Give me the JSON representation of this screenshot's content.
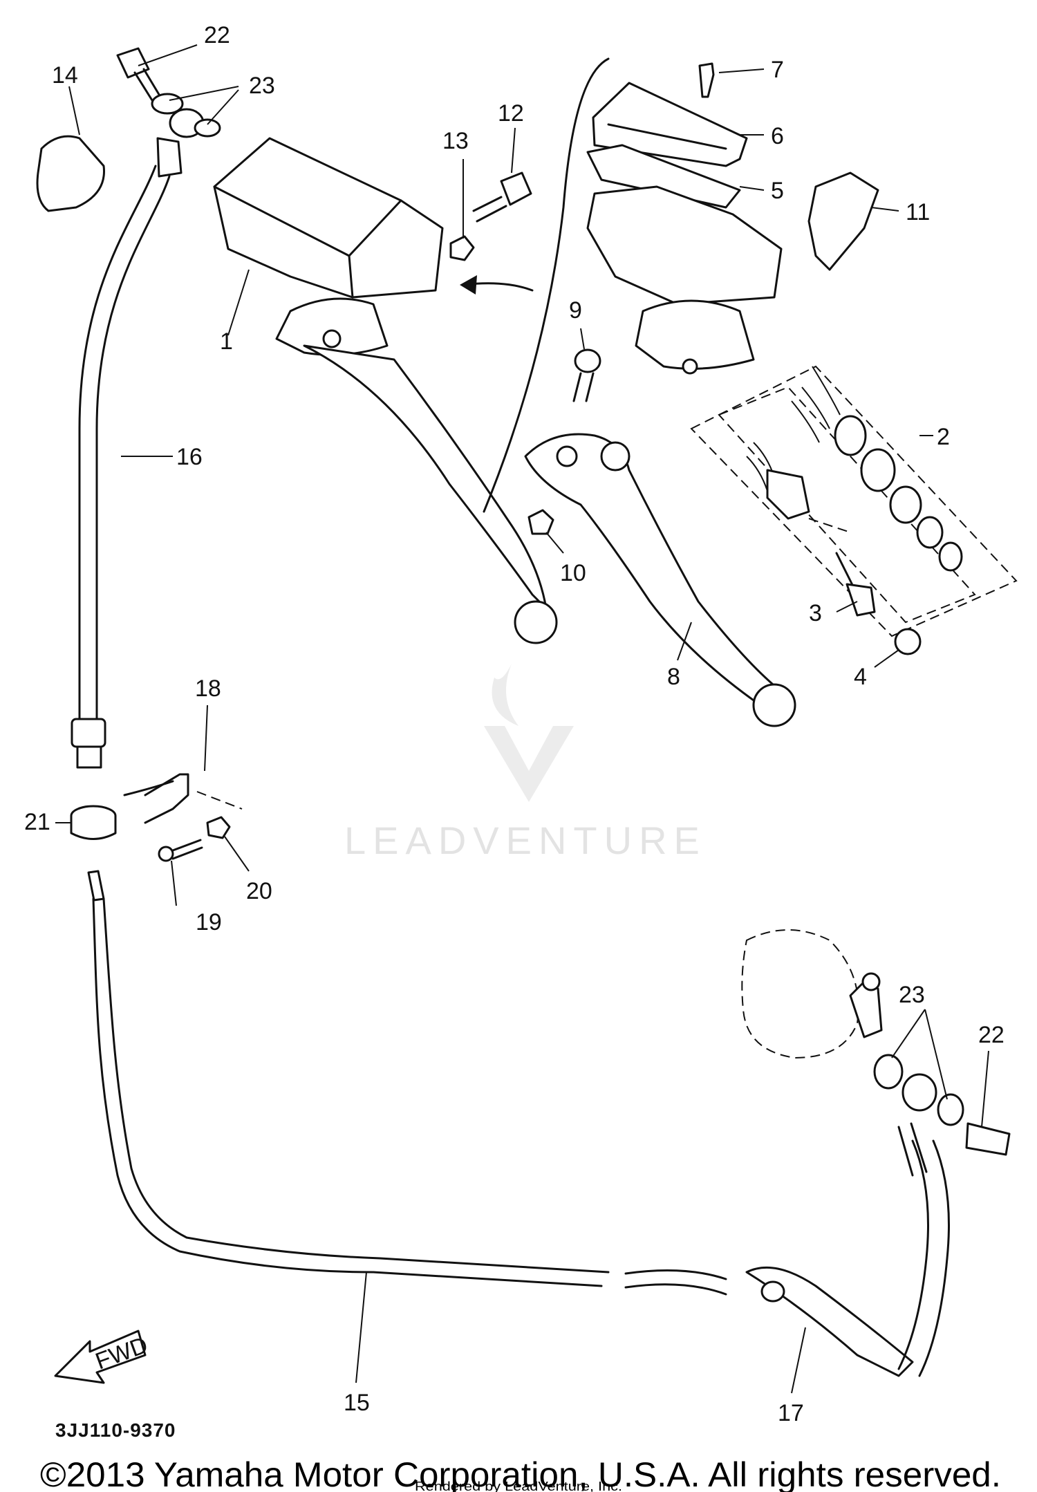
{
  "diagram_code": "3JJ110-9370",
  "fwd_label": "FWD",
  "copyright": "©2013 Yamaha Motor Corporation, U.S.A. All rights reserved.",
  "rendered_by": "Rendered by LeadVenture, Inc.",
  "watermark": "LEADVENTURE",
  "part_labels": {
    "p1": "1",
    "p2": "2",
    "p3": "3",
    "p4": "4",
    "p5": "5",
    "p6": "6",
    "p7": "7",
    "p8": "8",
    "p9": "9",
    "p10": "10",
    "p11": "11",
    "p12": "12",
    "p13": "13",
    "p14": "14",
    "p15": "15",
    "p16": "16",
    "p17": "17",
    "p18": "18",
    "p19": "19",
    "p20": "20",
    "p21": "21",
    "p22_top": "22",
    "p22_bottom": "22",
    "p23_top": "23",
    "p23_bottom": "23"
  }
}
